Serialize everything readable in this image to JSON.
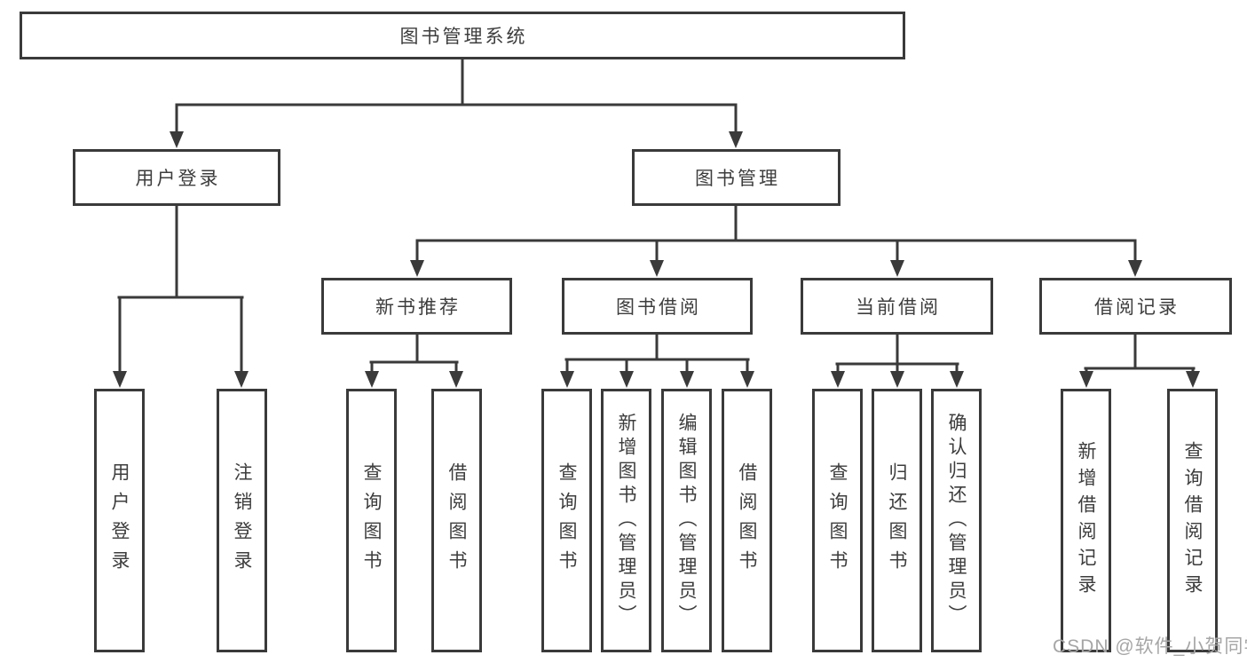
{
  "diagram": {
    "type": "tree",
    "root": {
      "id": "system",
      "label": "图书管理系统"
    },
    "level2": [
      {
        "id": "user-login",
        "label": "用户登录",
        "parent": "图书管理系统"
      },
      {
        "id": "book-management",
        "label": "图书管理",
        "parent": "图书管理系统"
      }
    ],
    "level3": [
      {
        "id": "new-book-recommend",
        "label": "新书推荐",
        "parent": "图书管理"
      },
      {
        "id": "book-borrowing",
        "label": "图书借阅",
        "parent": "图书管理"
      },
      {
        "id": "current-borrowing",
        "label": "当前借阅",
        "parent": "图书管理"
      },
      {
        "id": "borrowing-records",
        "label": "借阅记录",
        "parent": "图书管理"
      }
    ],
    "leaves": [
      {
        "id": "leaf-user-login",
        "label": "用户登录",
        "parent": "用户登录"
      },
      {
        "id": "leaf-logout",
        "label": "注销登录",
        "parent": "用户登录"
      },
      {
        "id": "leaf-query-books-1",
        "label": "查询图书",
        "parent": "新书推荐"
      },
      {
        "id": "leaf-borrow-books-1",
        "label": "借阅图书",
        "parent": "新书推荐"
      },
      {
        "id": "leaf-query-books-2",
        "label": "查询图书",
        "parent": "图书借阅"
      },
      {
        "id": "leaf-add-books",
        "label": "新增图书（管理员）",
        "parent": "图书借阅"
      },
      {
        "id": "leaf-edit-books",
        "label": "编辑图书（管理员）",
        "parent": "图书借阅"
      },
      {
        "id": "leaf-borrow-books-2",
        "label": "借阅图书",
        "parent": "图书借阅"
      },
      {
        "id": "leaf-query-books-3",
        "label": "查询图书",
        "parent": "当前借阅"
      },
      {
        "id": "leaf-return-books",
        "label": "归还图书",
        "parent": "当前借阅"
      },
      {
        "id": "leaf-confirm-return",
        "label": "确认归还（管理员）",
        "parent": "当前借阅"
      },
      {
        "id": "leaf-add-borrow-record",
        "label": "新增借阅记录",
        "parent": "借阅记录"
      },
      {
        "id": "leaf-query-borrow-record",
        "label": "查询借阅记录",
        "parent": "借阅记录"
      }
    ],
    "watermark": "CSDN @软件_小贺同学",
    "colors": {
      "line": "#3a3a3a",
      "text": "#3d3d3d",
      "watermark": "#a6a6a6",
      "background": "#ffffff"
    }
  }
}
